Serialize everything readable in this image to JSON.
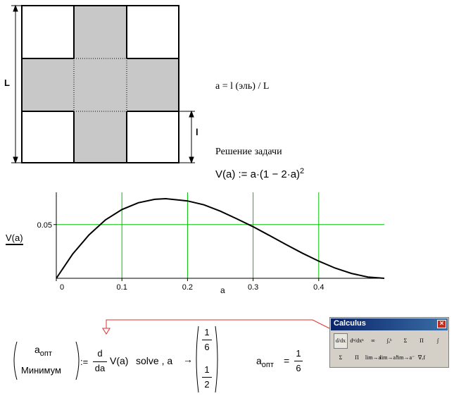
{
  "diagram": {
    "label_L": "L",
    "label_l": "l"
  },
  "texts": {
    "definition": "a = l (эль) / L",
    "solution_heading": "Решение задачи",
    "function_def": "V(a) := a·(1 − 2·a)",
    "function_exponent": "2"
  },
  "chart_data": {
    "type": "line",
    "xlabel": "a",
    "ylabel": "V(a)",
    "xlim": [
      0,
      0.5
    ],
    "ylim": [
      0,
      0.08
    ],
    "xticks": [
      "0",
      "0.1",
      "0.2",
      "0.3",
      "0.4"
    ],
    "yticks": [
      "0.05"
    ],
    "grid": true,
    "series": [
      {
        "x": [
          0,
          0.025,
          0.05,
          0.075,
          0.1,
          0.125,
          0.15,
          0.1667,
          0.2,
          0.225,
          0.25,
          0.275,
          0.3,
          0.325,
          0.35,
          0.375,
          0.4,
          0.425,
          0.45,
          0.475,
          0.5
        ],
        "y": [
          0,
          0.0226,
          0.0405,
          0.0544,
          0.064,
          0.0703,
          0.0735,
          0.0741,
          0.072,
          0.0684,
          0.0625,
          0.0554,
          0.048,
          0.0398,
          0.0315,
          0.0234,
          0.016,
          0.0095,
          0.0045,
          0.0012,
          0
        ]
      }
    ]
  },
  "equation": {
    "lhs_top": "a",
    "lhs_top_sub": "опт",
    "lhs_bottom": "Минимум",
    "assign": ":=",
    "deriv_num": "d",
    "deriv_den": "da",
    "func": "V(a)",
    "solve_kw": "solve , a",
    "arrow": "→",
    "res1_num": "1",
    "res1_den": "6",
    "res2_num": "1",
    "res2_den": "2",
    "result_lhs": "a",
    "result_sub": "опт",
    "result_eq": "=",
    "result_num": "1",
    "result_den": "6"
  },
  "palette": {
    "title": "Calculus",
    "close": "×",
    "buttons": [
      {
        "name": "derivative",
        "label": "d/dx"
      },
      {
        "name": "nth-derivative",
        "label": "dⁿ/dxⁿ"
      },
      {
        "name": "infinity",
        "label": "∞"
      },
      {
        "name": "definite-integral",
        "label": "∫ₐᵇ"
      },
      {
        "name": "summation-range",
        "label": "Σ"
      },
      {
        "name": "product-range",
        "label": "Π"
      },
      {
        "name": "indefinite-integral",
        "label": "∫"
      },
      {
        "name": "summation",
        "label": "Σ"
      },
      {
        "name": "product",
        "label": "Π"
      },
      {
        "name": "limit",
        "label": "lim→a"
      },
      {
        "name": "limit-right",
        "label": "lim→a⁺"
      },
      {
        "name": "limit-left",
        "label": "lim→a⁻"
      },
      {
        "name": "vector-calculus",
        "label": "∇ₓf"
      }
    ]
  },
  "colors": {
    "cross_fill": "#c8c8c8",
    "grid_green": "#00c000",
    "arrow_red": "#e03030"
  }
}
